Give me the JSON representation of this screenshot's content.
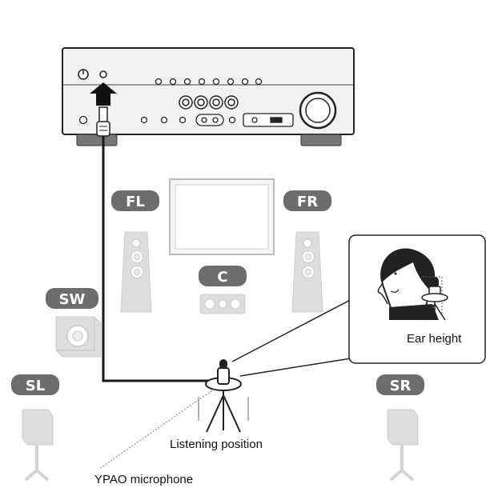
{
  "labels": {
    "front_left": "FL",
    "front_right": "FR",
    "center": "C",
    "subwoofer": "SW",
    "surround_left": "SL",
    "surround_right": "SR"
  },
  "captions": {
    "ear_height": "Ear height",
    "listening_position": "Listening position",
    "microphone": "YPAO microphone"
  },
  "colors": {
    "badge": "#6d6d6d",
    "speaker_body": "#dddddd",
    "receiver_body": "#f2f2f2",
    "cable": "#1a1a1a"
  }
}
